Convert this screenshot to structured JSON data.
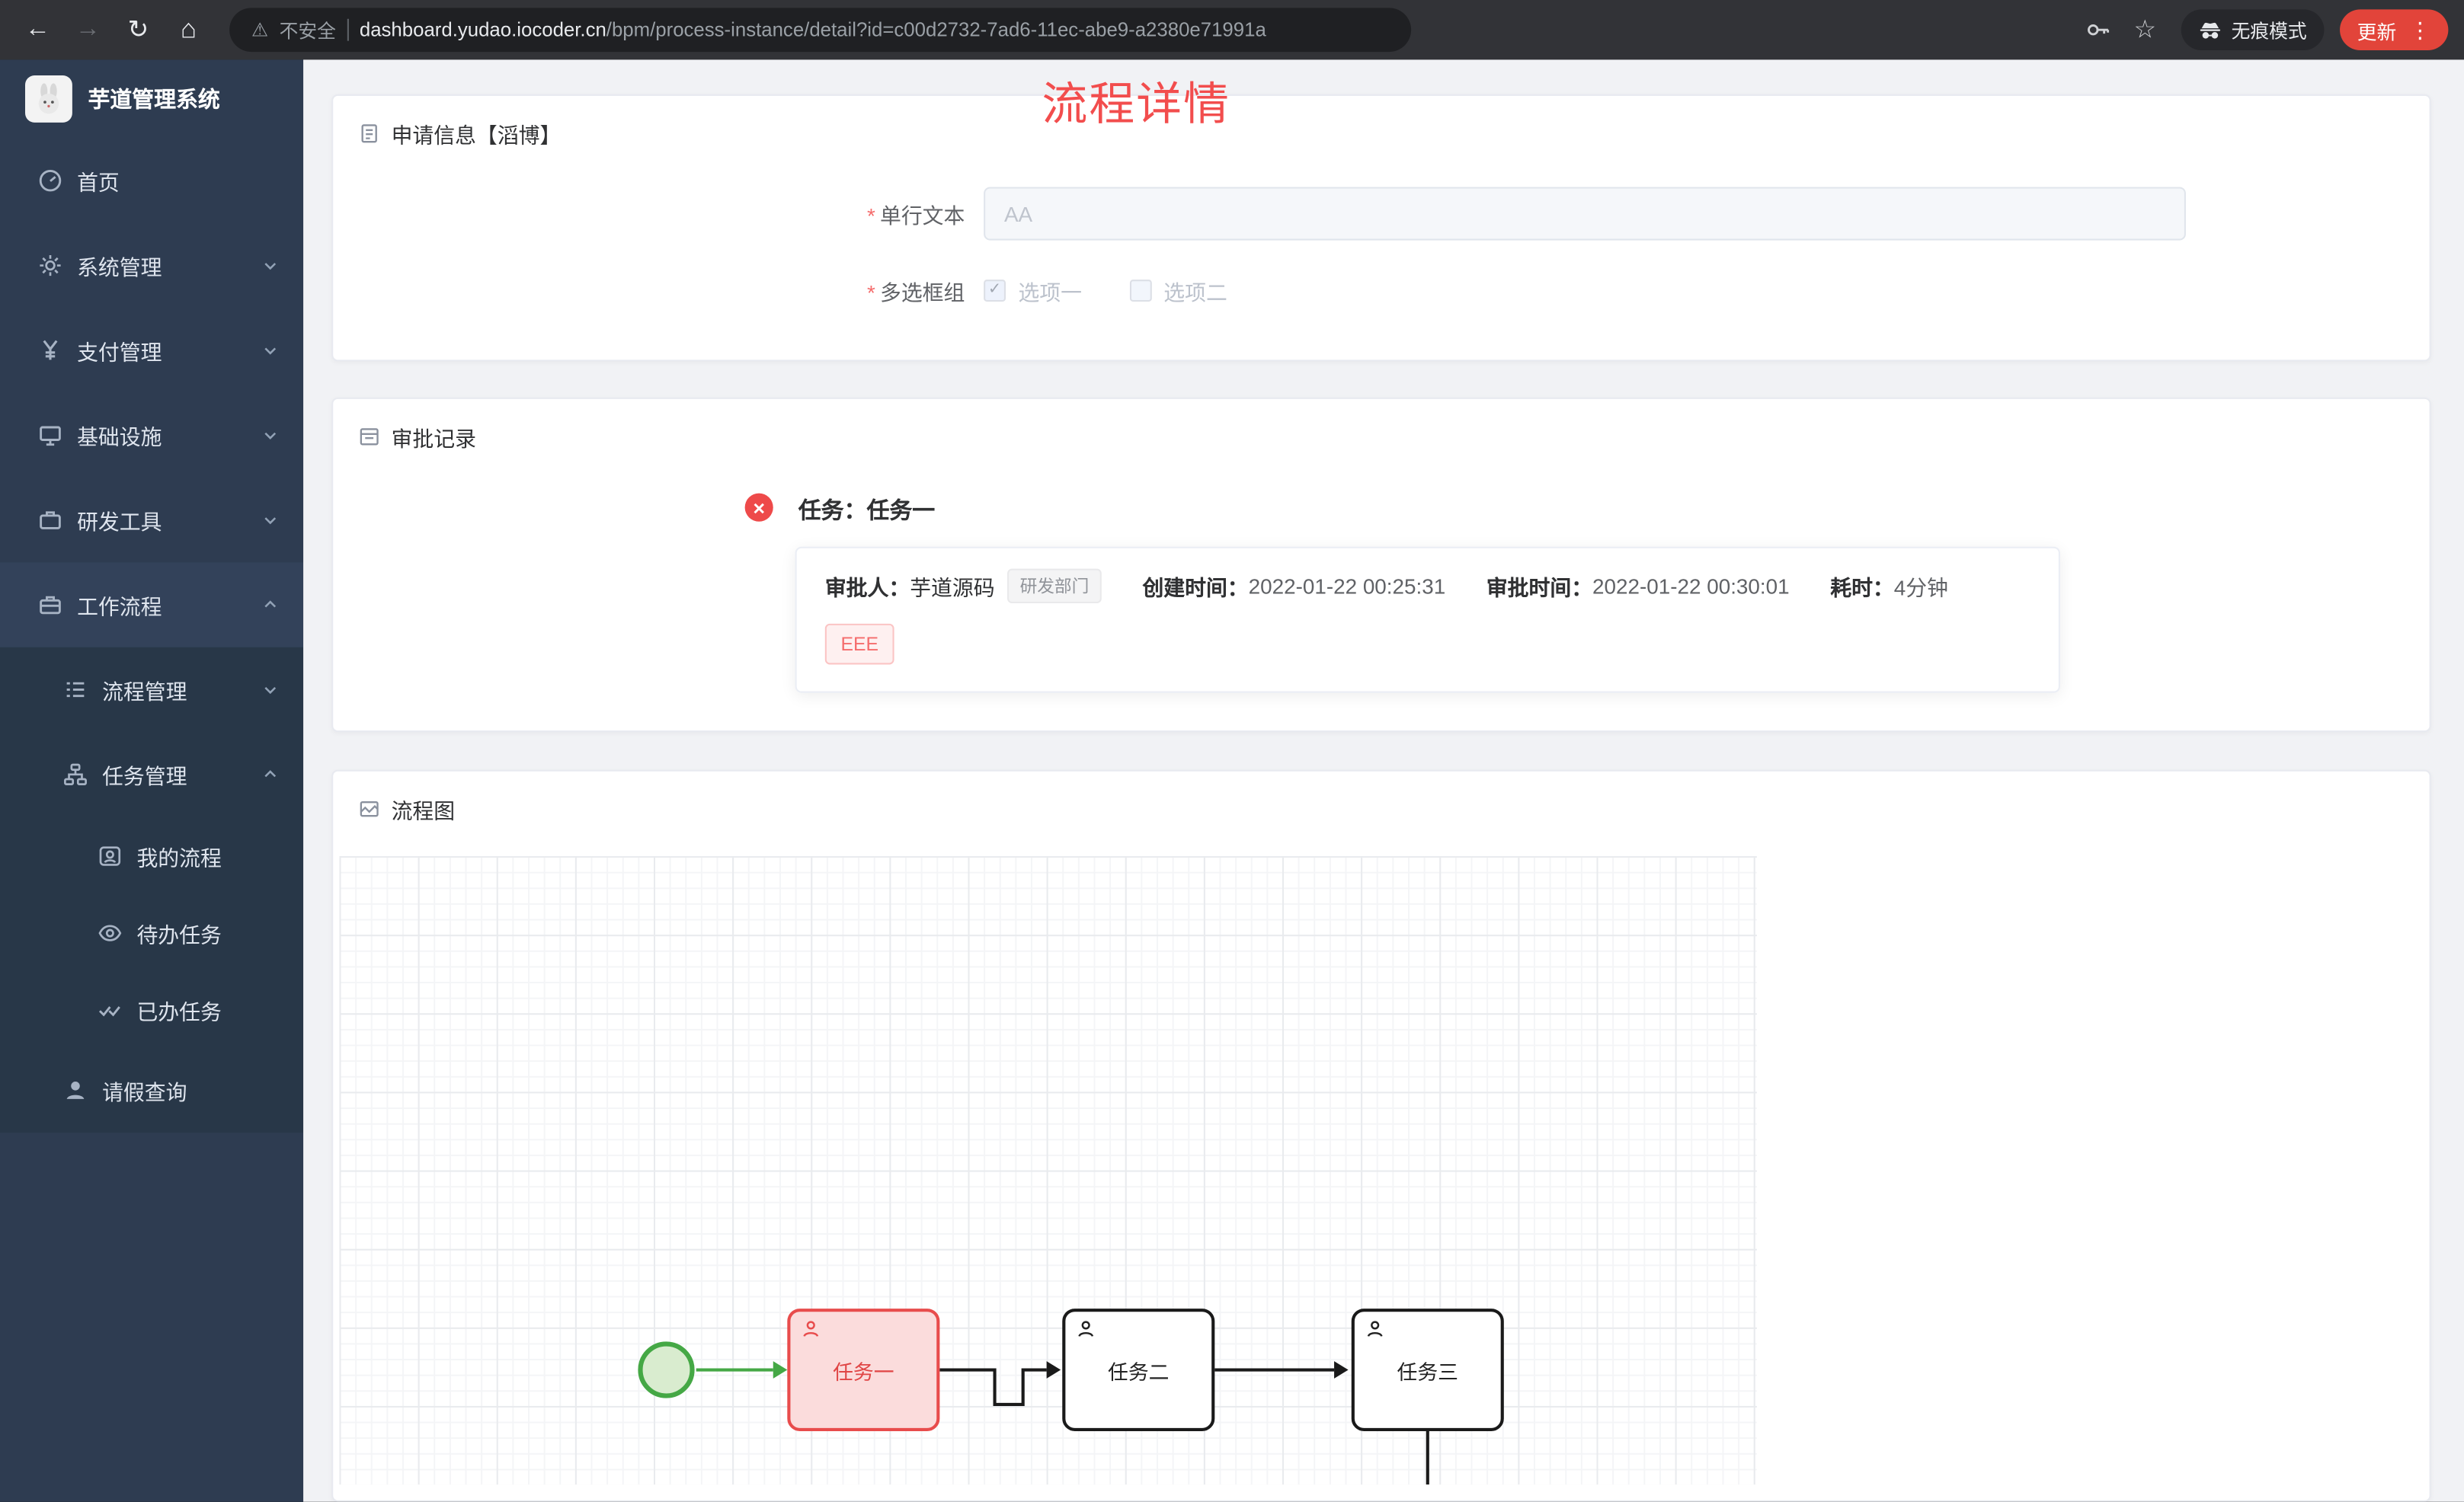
{
  "browser": {
    "security_label": "不安全",
    "url_domain": "dashboard.yudao.iocoder.cn",
    "url_path": "/bpm/process-instance/detail?id=c00d2732-7ad6-11ec-abe9-a2380e71991a",
    "incognito_label": "无痕模式",
    "update_label": "更新"
  },
  "sidebar": {
    "logo_title": "芋道管理系统",
    "items": [
      {
        "label": "首页"
      },
      {
        "label": "系统管理"
      },
      {
        "label": "支付管理"
      },
      {
        "label": "基础设施"
      },
      {
        "label": "研发工具"
      },
      {
        "label": "工作流程"
      },
      {
        "label": "流程管理"
      },
      {
        "label": "任务管理"
      },
      {
        "label": "我的流程"
      },
      {
        "label": "待办任务"
      },
      {
        "label": "已办任务"
      },
      {
        "label": "请假查询"
      }
    ]
  },
  "page": {
    "title": "流程详情",
    "required_mark": "*"
  },
  "apply_card": {
    "title": "申请信息【滔博】",
    "field1_label": "单行文本",
    "field1_placeholder": "AA",
    "field2_label": "多选框组",
    "option1": "选项一",
    "option2": "选项二",
    "check_mark": "✓"
  },
  "approval_card": {
    "title": "审批记录",
    "task_line": "任务：任务一",
    "status_icon_glyph": "×",
    "approver_label": "审批人：",
    "approver_name": "芋道源码",
    "dept_tag": "研发部门",
    "created_label": "创建时间：",
    "created_time": "2022-01-22 00:25:31",
    "approved_label": "审批时间：",
    "approved_time": "2022-01-22 00:30:01",
    "duration_label": "耗时：",
    "duration_value": "4分钟",
    "comment_tag": "EEE"
  },
  "diagram_card": {
    "title": "流程图",
    "nodes": [
      {
        "label": "任务一",
        "highlighted": true
      },
      {
        "label": "任务二",
        "highlighted": false
      },
      {
        "label": "任务三",
        "highlighted": false
      }
    ]
  },
  "colors": {
    "page_title_red": "#f24d4d",
    "task_highlight_red": "#e84c4c",
    "start_event_green": "#45a845",
    "update_button_red": "#e2443a"
  }
}
